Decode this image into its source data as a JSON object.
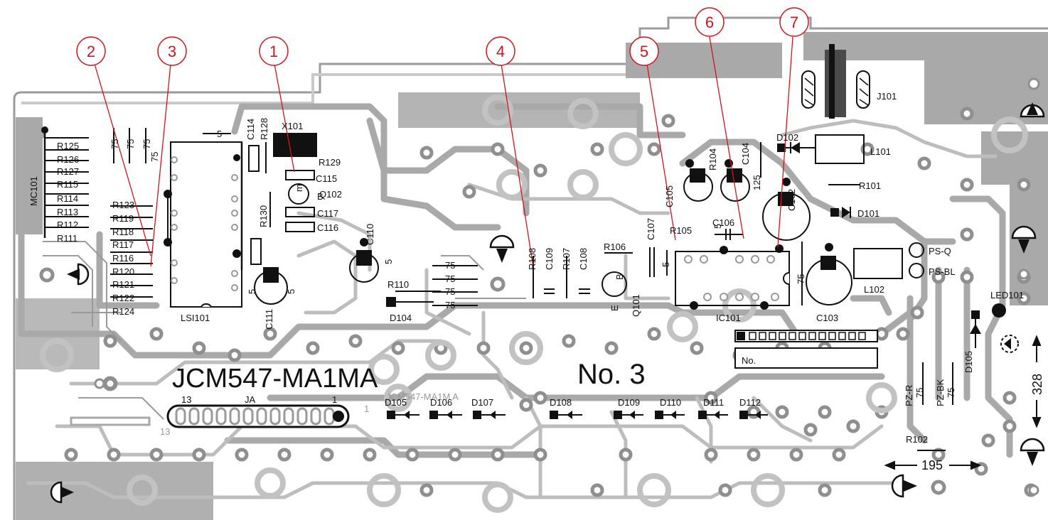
{
  "board": {
    "title": "JCM547-MA1MA",
    "title_small": "JCM547-MA1M A",
    "board_number": "No. 3",
    "no_box_label": "No.",
    "dimension_horizontal": "195",
    "dimension_vertical": "328",
    "connector_label": "JA",
    "connector_pin_left": "13",
    "connector_pin_right": "1",
    "connector_pin_left_ghost": "13",
    "connector_pin_right_ghost": "1"
  },
  "callouts": [
    "1",
    "2",
    "3",
    "4",
    "5",
    "6",
    "7"
  ],
  "components": {
    "MC101": "MC101",
    "R125": "R125",
    "R126": "R126",
    "R127": "R127",
    "R115": "R115",
    "R114": "R114",
    "R113": "R113",
    "R112": "R112",
    "R111": "R111",
    "R123": "R123",
    "R119": "R119",
    "R118": "R118",
    "R117": "R117",
    "R116": "R116",
    "R120": "R120",
    "R121": "R121",
    "R122": "R122",
    "R124": "R124",
    "LSI101": "LSI101",
    "C114": "C114",
    "R128": "R128",
    "X101": "X101",
    "R129": "R129",
    "C115": "C115",
    "Q102": "Q102",
    "R130": "R130",
    "C117": "C117",
    "C116": "C116",
    "C110": "C110",
    "C111": "C111",
    "R110": "R110",
    "D104": "D104",
    "R108": "R108",
    "C109": "C109",
    "R107": "R107",
    "C108": "C108",
    "R106": "R106",
    "Q101": "Q101",
    "C107": "C107",
    "C105": "C105",
    "R105": "R105",
    "R104": "R104",
    "C104": "C104",
    "C106": "C106",
    "C102": "C102",
    "IC101": "IC101",
    "C103": "C103",
    "D102": "D102",
    "L101": "L101",
    "J101": "J101",
    "R101": "R101",
    "D101": "D101",
    "PS-Q": "PS-Q",
    "PS-BL": "PS-BL",
    "L102": "L102",
    "LED101": "LED101",
    "D105v": "D105",
    "PZ-R": "PZ-R",
    "PZ-BK": "PZ-BK",
    "R102": "R102",
    "D105": "D105",
    "D106": "D106",
    "D107": "D107",
    "D108": "D108",
    "D109": "D109",
    "D110": "D110",
    "D111": "D111",
    "D112": "D112"
  },
  "small_marks": {
    "v75": "75",
    "v5": "5",
    "v125": "125",
    "pin_m": "m",
    "pin_b": "B",
    "pin_e": "E"
  }
}
